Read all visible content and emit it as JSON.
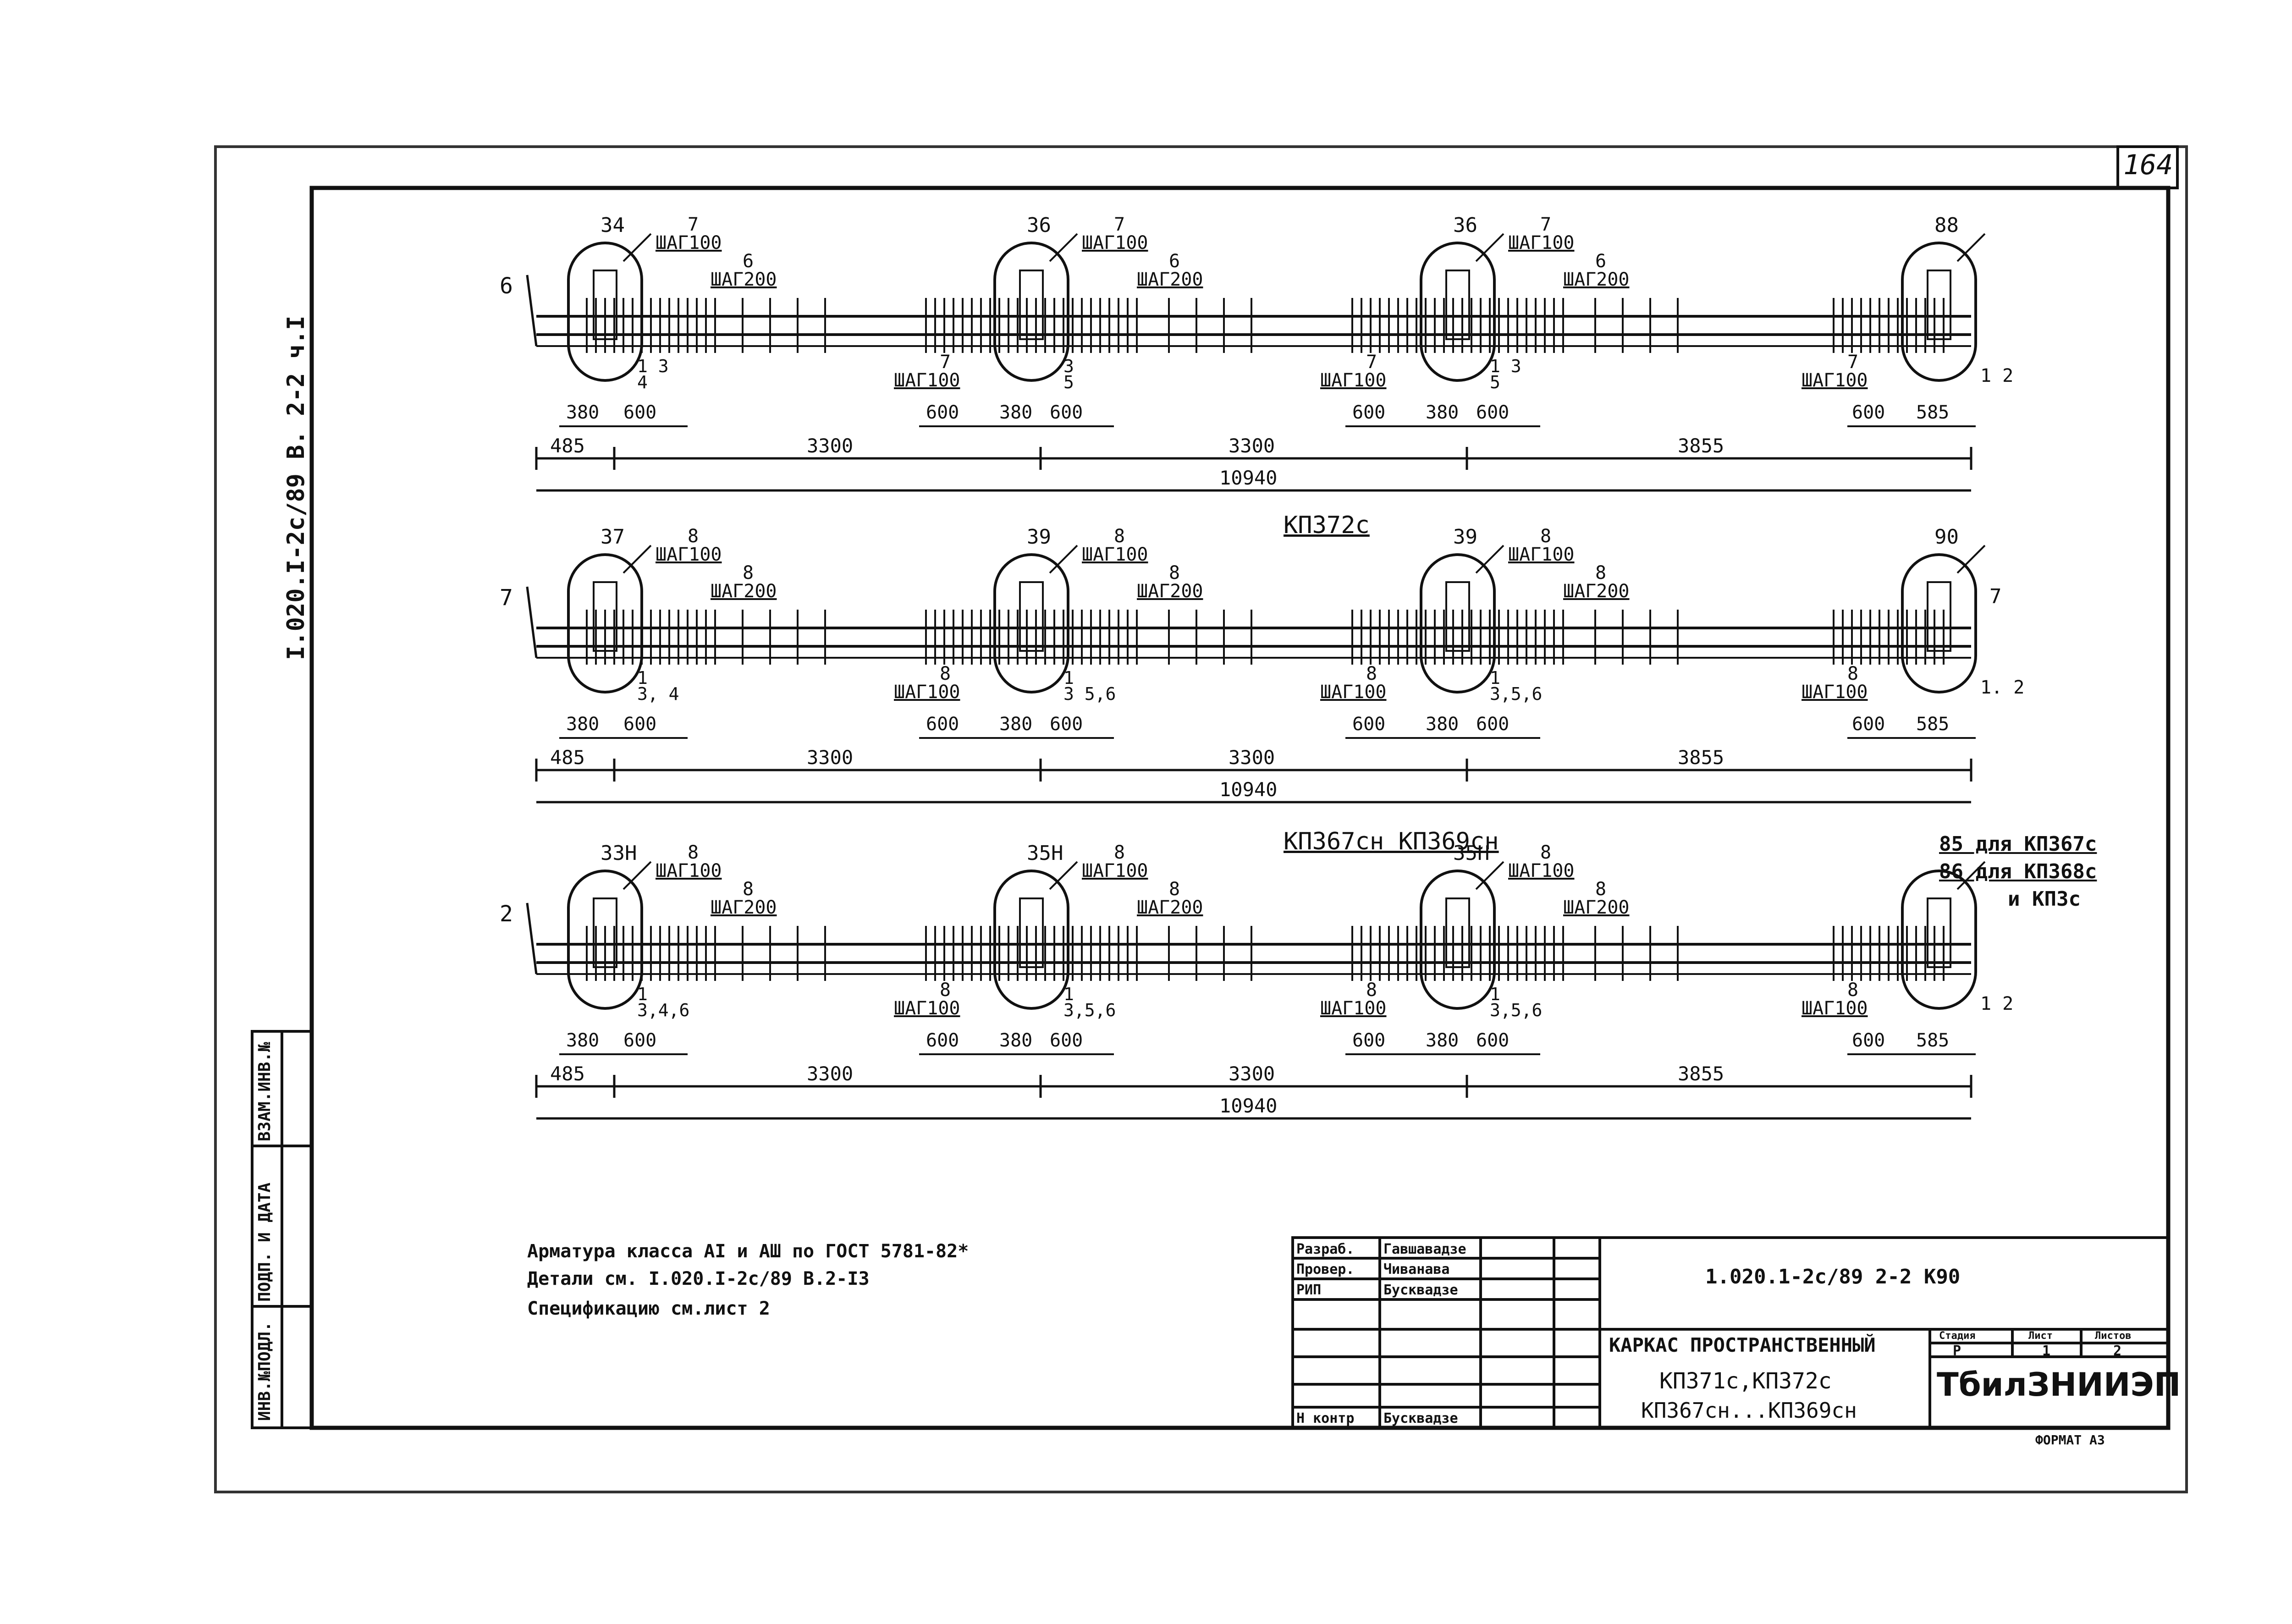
{
  "sheet_number": "164",
  "side_code": "I.020.I-2c/89  В. 2-2  ч.I",
  "side_stamp": {
    "inv_podl": "ИНВ.№ПОДЛ.",
    "podp_data": "ПОДП. И ДАТА",
    "vzam_inv": "ВЗАМ.ИНВ.№"
  },
  "frames": [
    {
      "pos_left": "6",
      "label_top_1": "34",
      "label_top_2": "36",
      "label_top_3": "36",
      "label_top_4": "88",
      "bar_a": "7",
      "bar_b": "6",
      "step_a": "ШАГ100",
      "step_b": "ШАГ200",
      "pos_bottom_1": "1  3",
      "pos_bottom_1b": "4",
      "pos_bottom_2": "3",
      "pos_bottom_2b": "5",
      "pos_bottom_3": "1  3",
      "pos_bottom_3b": "5",
      "pos_right": "1  2",
      "small_dims_1": [
        "380",
        "600"
      ],
      "small_dims_2": [
        "600",
        "380",
        "600"
      ],
      "small_dims_3": [
        "600",
        "380",
        "600"
      ],
      "small_dims_4": [
        "600",
        "585"
      ],
      "dims": [
        "485",
        "3300",
        "3300",
        "3855"
      ],
      "total": "10940",
      "title": ""
    },
    {
      "pos_left": "7",
      "label_top_1": "37",
      "label_top_2": "39",
      "label_top_3": "39",
      "label_top_4": "90",
      "bar_a": "8",
      "bar_b": "8",
      "step_a": "ШАГ100",
      "step_b": "ШАГ200",
      "pos_bottom_1": "1",
      "pos_bottom_1b": "3, 4",
      "pos_bottom_2": "1",
      "pos_bottom_2b": "3 5,6",
      "pos_bottom_3": "1",
      "pos_bottom_3b": "3,5,6",
      "pos_right": "1. 2",
      "pos_right_top": "7",
      "small_dims_1": [
        "380",
        "600"
      ],
      "small_dims_2": [
        "600",
        "380",
        "600"
      ],
      "small_dims_3": [
        "600",
        "380",
        "600"
      ],
      "small_dims_4": [
        "600",
        "585"
      ],
      "dims": [
        "485",
        "3300",
        "3300",
        "3855"
      ],
      "total": "10940",
      "title": "КП372с"
    },
    {
      "pos_left": "2",
      "label_top_1": "33Н",
      "label_top_2": "35Н",
      "label_top_3": "35Н",
      "bar_a": "8",
      "bar_b": "8",
      "step_a": "ШАГ100",
      "step_b": "ШАГ200",
      "pos_bottom_1": "1",
      "pos_bottom_1b": "3,4,6",
      "pos_bottom_2": "1",
      "pos_bottom_2b": "3,5,6",
      "pos_bottom_3": "1",
      "pos_bottom_3b": "3,5,6",
      "pos_right": "1  2",
      "small_dims_1": [
        "380",
        "600"
      ],
      "small_dims_2": [
        "600",
        "380",
        "600"
      ],
      "small_dims_3": [
        "600",
        "380",
        "600"
      ],
      "small_dims_4": [
        "600",
        "585"
      ],
      "dims": [
        "485",
        "3300",
        "3300",
        "3855"
      ],
      "total": "10940",
      "title": "КП367сн   КП369сн",
      "note_right_1": "85 для КП367с",
      "note_right_2": "86 для КП368с",
      "note_right_3": "и КП3с"
    }
  ],
  "notes": [
    "Арматура класса АI и АШ по ГОСТ 5781-82*",
    "Детали см. I.020.I-2c/89 В.2-I3",
    "Спецификацию см.лист 2"
  ],
  "stamp": {
    "roles": [
      "Разраб.",
      "Провер.",
      "РИП",
      "Н контр"
    ],
    "names": [
      "Гавшавадзе",
      "Чиванава",
      "Бусквадзе",
      "Бусквадзе"
    ],
    "doc_code": "1.020.1-2с/89  2-2  К90",
    "title_1": "КАРКАС ПРОСТРАНСТВЕННЫЙ",
    "title_2": "КП371с,КП372с",
    "title_3": "КП367сн...КП369сн",
    "head_stage": "Стадия",
    "head_sheet": "Лист",
    "head_sheets": "Листов",
    "stage": "Р",
    "sheet": "1",
    "sheets": "2",
    "org": "ТбилЗНИИЭП",
    "format": "ФОРМАТ А3"
  },
  "colors": {
    "ink": "#111111",
    "paper": "#ffffff"
  }
}
